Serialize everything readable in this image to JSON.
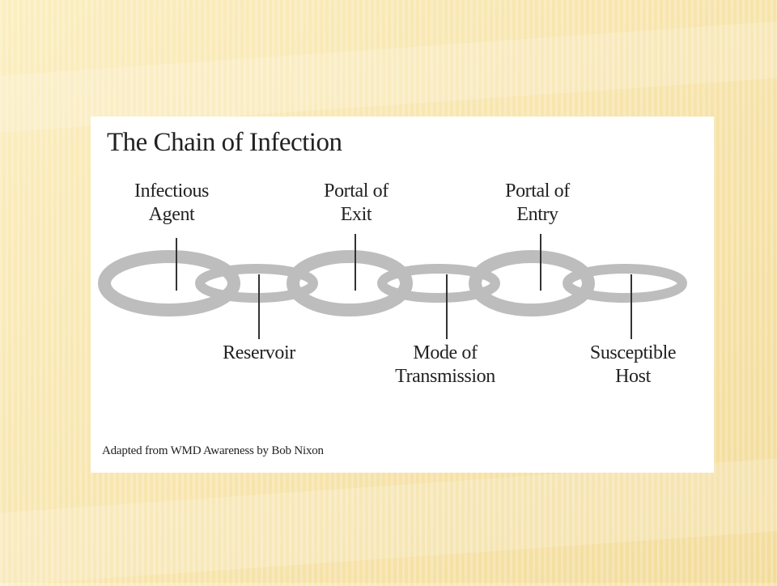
{
  "diagram": {
    "title": "The Chain of Infection",
    "credit": "Adapted from WMD Awareness by Bob Nixon",
    "links": [
      {
        "id": "infectious-agent",
        "label": "Infectious\nAgent",
        "position": "top"
      },
      {
        "id": "reservoir",
        "label": "Reservoir",
        "position": "bottom"
      },
      {
        "id": "portal-of-exit",
        "label": "Portal of\nExit",
        "position": "top"
      },
      {
        "id": "mode-of-transmission",
        "label": "Mode of\nTransmission",
        "position": "bottom"
      },
      {
        "id": "portal-of-entry",
        "label": "Portal of\nEntry",
        "position": "top"
      },
      {
        "id": "susceptible-host",
        "label": "Susceptible\nHost",
        "position": "bottom"
      }
    ]
  },
  "colors": {
    "chain_link": "#bdbdbd",
    "pointer_line": "#333333",
    "text": "#222222",
    "background": "#f8e6b0"
  }
}
